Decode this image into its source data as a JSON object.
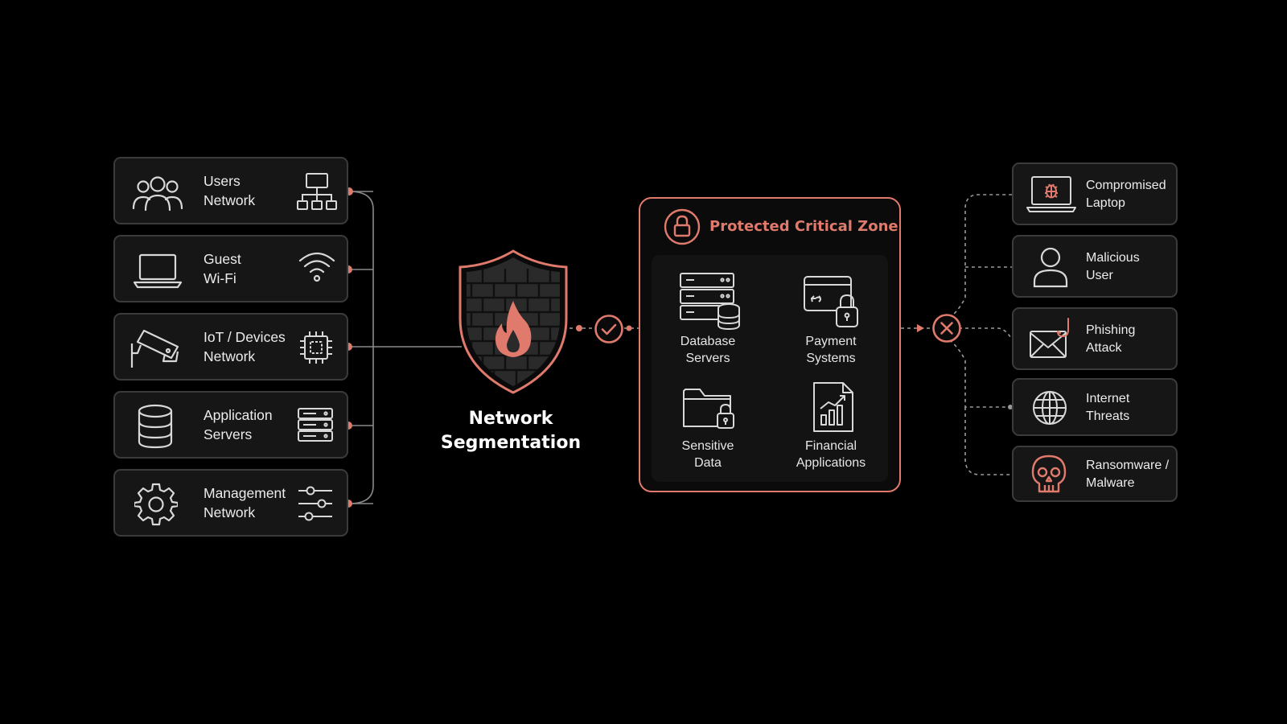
{
  "accent_color": "#e07a6c",
  "source_networks": [
    {
      "label": "Users\nNetwork",
      "icon": "users-icon",
      "right_icon": "network-topology-icon"
    },
    {
      "label": "Guest\nWi-Fi",
      "icon": "laptop-icon",
      "right_icon": "wifi-icon"
    },
    {
      "label": "IoT / Devices\nNetwork",
      "icon": "security-camera-icon",
      "right_icon": "chip-icon"
    },
    {
      "label": "Application\nServers",
      "icon": "database-icon",
      "right_icon": "server-rack-icon"
    },
    {
      "label": "Management\nNetwork",
      "icon": "gear-icon",
      "right_icon": "sliders-icon"
    }
  ],
  "center": {
    "title": "Network\nSegmentation",
    "icon": "firewall-shield-icon",
    "allow_icon": "check-circle-icon"
  },
  "protected_zone": {
    "title": "Protected Critical Zone",
    "icon": "lock-icon",
    "assets": [
      {
        "label": "Database\nServers",
        "icon": "database-server-icon"
      },
      {
        "label": "Payment\nSystems",
        "icon": "payment-card-lock-icon"
      },
      {
        "label": "Sensitive\nData",
        "icon": "folder-lock-icon"
      },
      {
        "label": "Financial\nApplications",
        "icon": "financial-report-icon"
      }
    ]
  },
  "block_icon": "x-circle-icon",
  "threats": [
    {
      "label": "Compromised\nLaptop",
      "icon": "bug-laptop-icon"
    },
    {
      "label": "Malicious\nUser",
      "icon": "user-icon"
    },
    {
      "label": "Phishing\nAttack",
      "icon": "phishing-mail-icon"
    },
    {
      "label": "Internet\nThreats",
      "icon": "globe-icon"
    },
    {
      "label": "Ransomware /\nMalware",
      "icon": "skull-icon"
    }
  ]
}
